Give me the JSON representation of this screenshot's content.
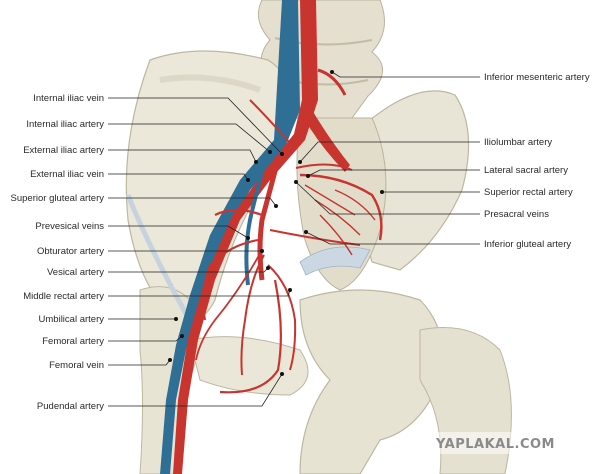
{
  "labels_left": [
    "Internal iliac vein",
    "Internal iliac artery",
    "External iliac artery",
    "External iliac vein",
    "Superior gluteal artery",
    "Prevesical veins",
    "Obturator artery",
    "Vesical artery",
    "Middle rectal artery",
    "Umbilical artery",
    "Femoral artery",
    "Femoral vein",
    "Pudendal artery"
  ],
  "labels_right": [
    "Inferior mesenteric artery",
    "Iliolumbar artery",
    "Lateral sacral artery",
    "Superior rectal artery",
    "Presacral veins",
    "Inferior gluteal artery"
  ],
  "watermark": "YAPLAKAL.COM",
  "colors": {
    "bone": "#e6e2d3",
    "bone_shade": "#c9c4b0",
    "artery": "#c8342e",
    "artery_dark": "#9e1f1c",
    "vein": "#2f6f95",
    "vein_light": "#4d8fb5",
    "ligament": "#c8d6e3"
  }
}
